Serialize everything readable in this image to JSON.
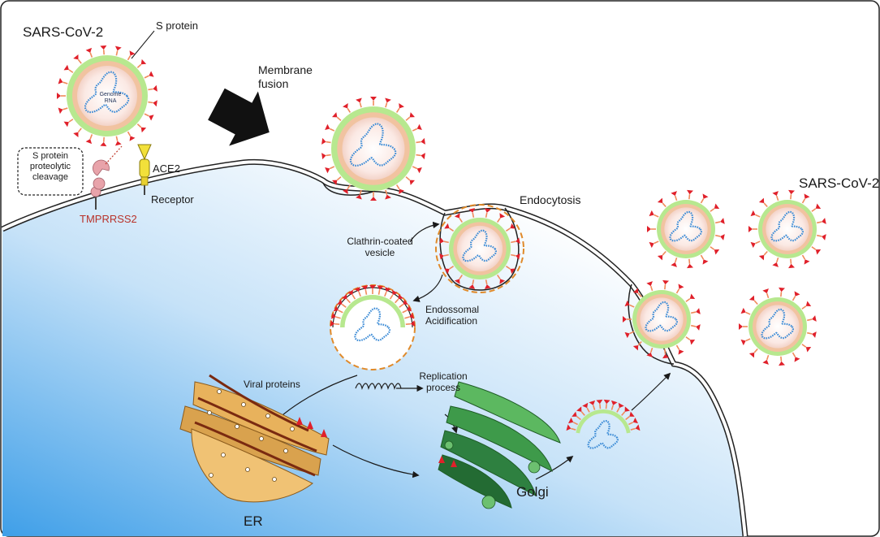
{
  "labels": {
    "virus_top": "SARS-CoV-2",
    "s_protein": "S protein",
    "genome_rna_line1": "Genome",
    "genome_rna_line2": "RNA",
    "cleavage_line1": "S protein",
    "cleavage_line2": "proteolytic",
    "cleavage_line3": "cleavage",
    "ace2": "ACE2",
    "receptor": "Receptor",
    "tmprss2": "TMPRRSS2",
    "membrane_fusion_line1": "Membrane",
    "membrane_fusion_line2": "fusion",
    "endocytosis": "Endocytosis",
    "clathrin_line1": "Clathrin-coated",
    "clathrin_line2": "vesicle",
    "endosomal_line1": "Endossomal",
    "endosomal_line2": "Acidification",
    "viral_proteins": "Viral proteins",
    "replication_line1": "Replication",
    "replication_line2": "process",
    "er": "ER",
    "golgi": "Golgi",
    "virus_right": "SARS-CoV-2"
  },
  "colors": {
    "spike_red": "#e0202a",
    "spike_stalk": "#f08a5a",
    "envelope_green": "#b7e88f",
    "capsid_tan": "#f1c3a0",
    "rna_blue": "#3b8bd6",
    "cytoplasm_blue": "#3f9fe8",
    "golgi_green": "#3e9a4a",
    "er_tan": "#e8b25c",
    "ace2_yellow": "#f2e03a",
    "tmprss2_pink": "#e8a3aa",
    "tmprss2_label_red": "#b8322a"
  }
}
